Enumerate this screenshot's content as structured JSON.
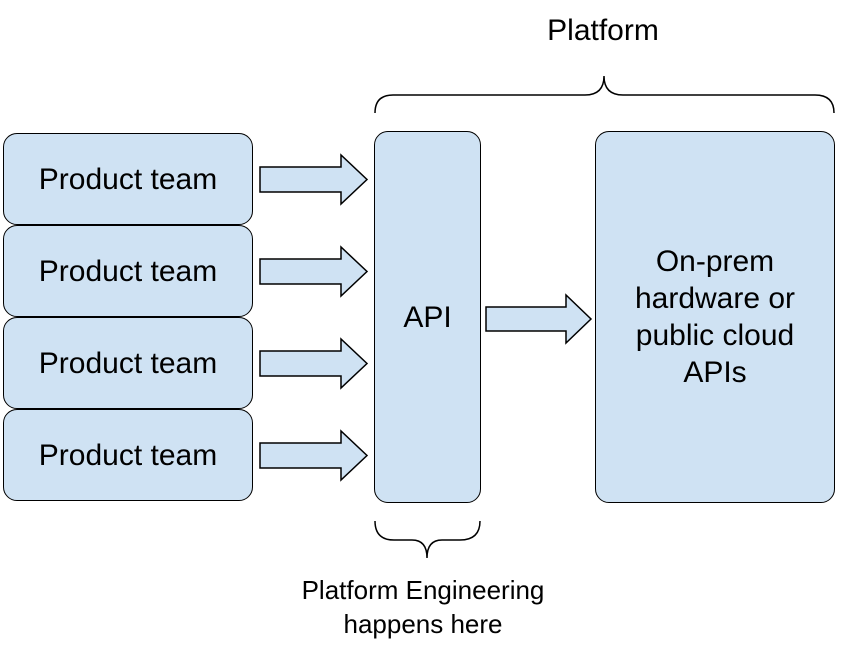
{
  "diagram": {
    "platform_label": "Platform",
    "product_teams": [
      "Product team",
      "Product team",
      "Product team",
      "Product team"
    ],
    "api_label": "API",
    "backend_label": "On-prem hardware or public cloud APIs",
    "bottom_label_line1": "Platform Engineering",
    "bottom_label_line2": "happens here",
    "fill_color": "#cfe2f3",
    "stroke_color": "#000000"
  }
}
